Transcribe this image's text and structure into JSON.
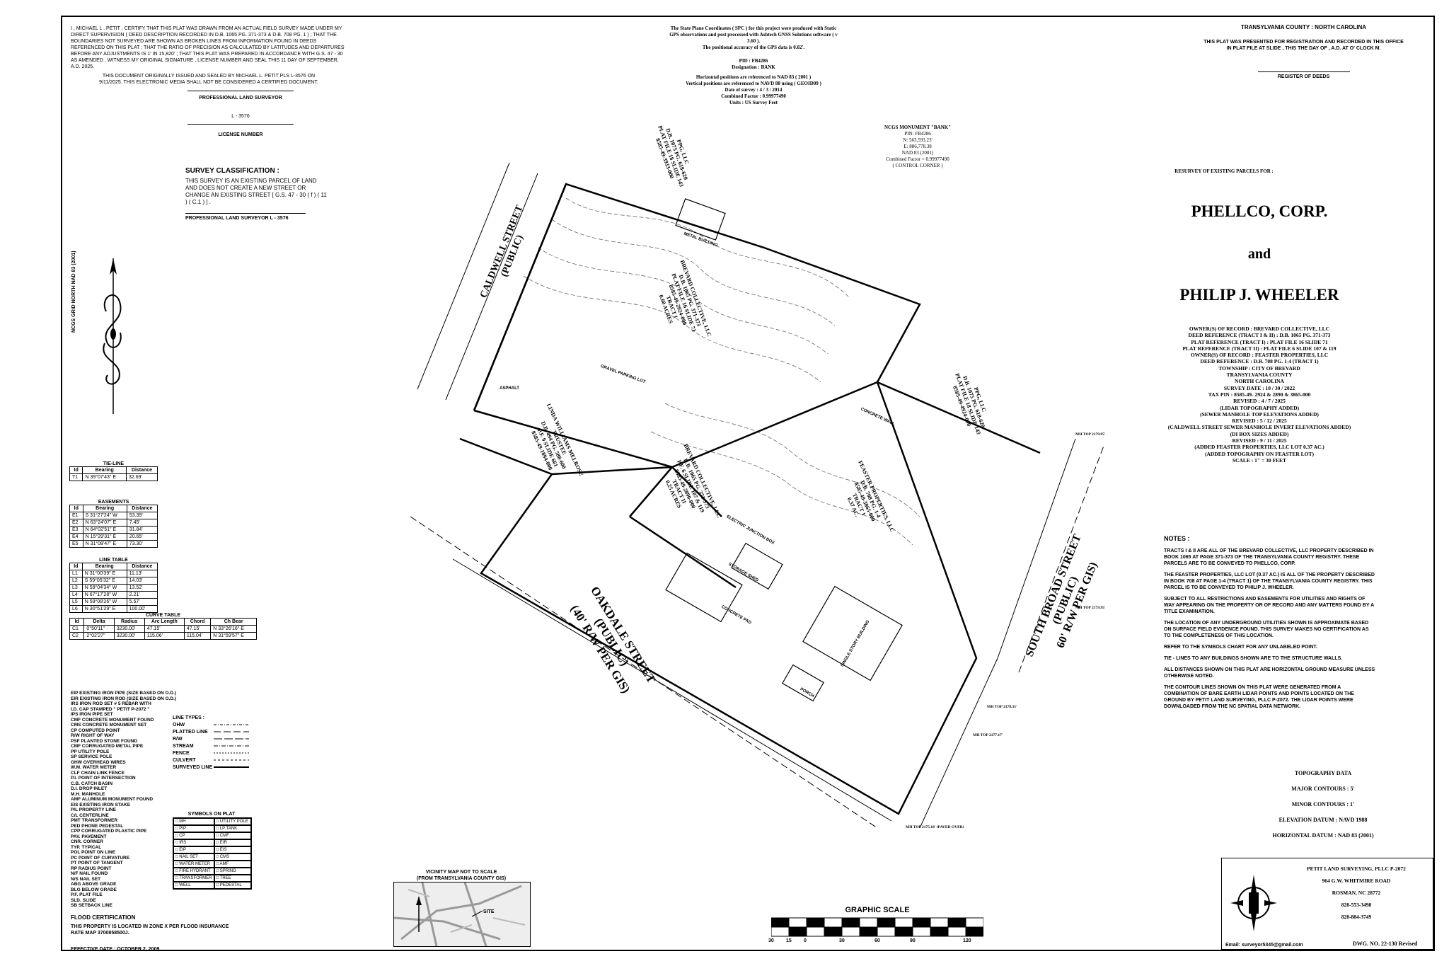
{
  "certification": {
    "text": "I , MICHAEL L . PETIT , CERTIFY THAT THIS PLAT WAS DRAWN FROM AN ACTUAL FIELD SURVEY MADE UNDER MY DIRECT SUPERVISION ( DEED DESCRIPTION RECORDED IN D.B. 1065 PG. 371-373 & D.B. 708 PG. 1 ) ; THAT THE BOUNDARIES NOT SURVEYED ARE SHOWN AS BROKEN LINES FROM INFORMATION FOUND IN DEEDS REFERENCED ON THIS PLAT ; THAT THE RATIO OF PRECISION AS CALCULATED BY LATITUDES AND DEPARTURES BEFORE ANY ADJUSTMENTS IS 1' IN 15,820' ; THAT THIS PLAT WAS PREPARED IN ACCORDANCE WITH G.S. 47 - 30 AS AMENDED , WITNESS MY ORIGINAL SIGNATURE , LICENSE NUMBER AND SEAL THIS 11 DAY OF SEPTEMBER, A.D. 2025.",
    "sealed_note": "THIS DOCUMENT ORIGINALLY ISSUED AND SEALED BY MICHAEL L. PETIT PLS L-3576 ON 9/11/2025. THIS ELECTRONIC MEDIA SHALL NOT BE CONSIDERED A CERTIFIED DOCUMENT.",
    "surveyor_label": "PROFESSIONAL LAND SURVEYOR",
    "license": "L - 3576",
    "license_label": "LICENSE NUMBER"
  },
  "survey_classification": {
    "title": "SURVEY CLASSIFICATION :",
    "text": "THIS SURVEY IS AN EXISTING PARCEL OF LAND AND DOES NOT CREATE A NEW STREET OR CHANGE AN EXISTING STREET [ G.S. 47 - 30 ( f ) ( 11 ) ( C.1 ) ] .",
    "signature": "PROFESSIONAL LAND SURVEYOR L - 3576"
  },
  "north_arrow_label": "NCGS GRID NORTH NAD 83 (2001)",
  "gps_block": {
    "line1": "The State Plane Coordinates ( SPC ) for this project were produced with Static GPS observations and post processed with Ashtech GNSS Solutions software ( v 3.60 ).",
    "line2": "The positional accuracy of the GPS data is 0.02'.",
    "pid": "PID : FB4286",
    "designation": "Designation : BANK",
    "horizontal": "Horizontal positions are referenced to NAD 83 ( 2001 )",
    "vertical": "Vertical positions are referenced to NAVD 88 using ( GEOID09 )",
    "date": "Date of survey : 4 / 3 / 2014",
    "factor": "Combined Factor : 0.99977490",
    "units": "Units : US Survey Feet"
  },
  "ncgs_monument": {
    "title": "NCGS MONUMENT \"BANK\"",
    "lines": [
      "PIN: FB4286",
      "N: 563,593.23'",
      "E: 886,778.38",
      "NAD 83 (2001)",
      "Combined Factor = 0.99977490",
      "( CONTROL CORNER )"
    ]
  },
  "registration": {
    "county": "TRANSYLVANIA COUNTY : NORTH CAROLINA",
    "text": "THIS PLAT WAS PRESENTED FOR REGISTRATION AND RECORDED IN THIS OFFICE IN PLAT FILE   AT SLIDE   , THIS THE   DAY OF   , A.D. AT   O' CLOCK   M.",
    "register": "REGISTER OF DEEDS"
  },
  "title_block": {
    "resurvey": "RESURVEY OF EXISTING PARCELS FOR :",
    "owner1": "PHELLCO, CORP.",
    "and": "and",
    "owner2": "PHILIP J. WHEELER",
    "details": [
      "OWNER(S) OF RECORD : BREVARD COLLECTIVE, LLC",
      "DEED REFERENCE (TRACT I & II) : D.B. 1065 PG. 371-373",
      "PLAT REFERENCE (TRACT I) : PLAT FILE 16 SLIDE 71",
      "PLAT REFERENCE (TRACT II) : PLAT FILE 6 SLIDE 107 & 119",
      "OWNER(S) OF RECORD : FEASTER PROPERTIES, LLC",
      "DEED REFERENCE : D.B. 708 PG. 1-4 (TRACT 1)",
      "TOWNSHIP : CITY OF BREVARD",
      "TRANSYLVANIA COUNTY",
      "NORTH CAROLINA",
      "SURVEY DATE : 10 / 30 / 2022",
      "TAX PIN : 8585-49- 2924 & 2890 & 3865-000",
      "REVISED : 4 / 7 / 2025",
      "(LIDAR TOPOGRAPHY ADDED)",
      "(SEWER MANHOLE TOP ELEVATIONS ADDED)",
      "REVISED : 5 / 12 / 2025",
      "(CALDWELL STREET SEWER MANHOLE INVERT ELEVATIONS ADDED)",
      "(DI BOX SIZES ADDED)",
      "REVISED : 9 / 11 / 2025",
      "(ADDED FEASTER PROPERTIES, LLC LOT 0.37 AC.)",
      "(ADDED TOPOGRAPHY ON FEASTER LOT)",
      "SCALE : 1\" = 30 FEET"
    ]
  },
  "notes": {
    "title": "NOTES :",
    "items": [
      "TRACTS I & II ARE ALL OF THE BREVARD COLLECTIVE, LLC PROPERTY DESCRIBED IN BOOK 1065 AT PAGE 371-373 OF THE TRANSYLVANIA COUNTY REGISTRY. THESE PARCELS ARE TO BE CONVEYED TO PHELLCO, CORP.",
      "THE FEASTER PROPERTIES, LLC LOT (0.37 AC.) IS ALL OF THE PROPERTY DESCRIBED IN BOOK 708 AT PAGE 1-4 (TRACT 1) OF THE TRANSYLVANIA COUNTY REGISTRY. THIS PARCEL IS TO BE CONVEYED TO PHILIP J. WHEELER.",
      "SUBJECT TO ALL RESTRICTIONS AND EASEMENTS FOR UTILITIES AND RIGHTS OF WAY APPEARING ON THE PROPERTY OR OF RECORD AND ANY MATTERS FOUND BY A TITLE EXAMINATION.",
      "THE LOCATION OF ANY UNDERGROUND UTILITIES SHOWN IS APPROXIMATE BASED ON SURFACE FIELD EVIDENCE FOUND. THIS SURVEY MAKES NO CERTIFICATION AS TO THE COMPLETENESS OF THIS LOCATION.",
      "REFER TO THE SYMBOLS CHART FOR ANY UNLABELED POINT.",
      "TIE - LINES TO ANY BUILDINGS SHOWN ARE TO THE STRUCTURE WALLS.",
      "ALL DISTANCES SHOWN ON THIS PLAT ARE HORIZONTAL GROUND MEASURE UNLESS OTHERWISE NOTED.",
      "THE CONTOUR LINES SHOWN ON THIS PLAT WERE GENERATED FROM A COMBINATION OF BARE EARTH LIDAR POINTS AND POINTS LOCATED ON THE GROUND BY PETIT LAND SURVEYING, PLLC P-2072. THE LIDAR POINTS WERE DOWNLOADED FROM THE NC SPATIAL DATA NETWORK."
    ]
  },
  "topography": {
    "title": "TOPOGRAPHY DATA",
    "major": "MAJOR CONTOURS : 5'",
    "minor": "MINOR CONTOURS : 1'",
    "elevation": "ELEVATION DATUM : NAVD 1988",
    "horizontal": "HORIZONTAL DATUM : NAD 83 (2001)"
  },
  "firm": {
    "name": "PETIT LAND SURVEYING, PLLC P-2072",
    "address1": "964 G.W. WHITMIRE ROAD",
    "address2": "ROSMAN, NC 28772",
    "phone1": "828-553-3498",
    "phone2": "828-884-3749",
    "email": "Email: surveyor5345@gmail.com",
    "dwg": "DWG. NO. 22-130 Revised"
  },
  "tie_line": {
    "title": "TIE-LINE",
    "headers": [
      "Id",
      "Bearing",
      "Distance"
    ],
    "rows": [
      [
        "T1",
        "N 39°07'43\" E",
        "32.69'"
      ]
    ]
  },
  "easements": {
    "title": "EASEMENTS",
    "headers": [
      "Id",
      "Bearing",
      "Distance"
    ],
    "rows": [
      [
        "E1",
        "S 31°27'24\" W",
        "53.39'"
      ],
      [
        "E2",
        "N 63°24'07\" E",
        "7.45'"
      ],
      [
        "E3",
        "N 64°02'51\" E",
        "31.84'"
      ],
      [
        "E4",
        "N 15°29'31\" E",
        "20.65'"
      ],
      [
        "E5",
        "N 31°08'47\" E",
        "73.30'"
      ]
    ]
  },
  "line_table": {
    "title": "LINE TABLE",
    "headers": [
      "Id",
      "Bearing",
      "Distance"
    ],
    "rows": [
      [
        "L1",
        "N 31°00'39\" E",
        "11.13'"
      ],
      [
        "L2",
        "S 59°05'32\" E",
        "14.03'"
      ],
      [
        "L3",
        "N 59°04'34\" W",
        "13.52'"
      ],
      [
        "L4",
        "N 67°17'28\" W",
        "2.21'"
      ],
      [
        "L5",
        "N 59°08'26\" W",
        "5.57'"
      ],
      [
        "L6",
        "N 30°51'29\" E",
        "100.00'"
      ]
    ]
  },
  "curve_table": {
    "title": "CURVE TABLE",
    "headers": [
      "Id",
      "Delta",
      "Radius",
      "Arc Length",
      "Chord",
      "Ch Bear"
    ],
    "rows": [
      [
        "C1",
        "0°50'11\"",
        "3230.00'",
        "47.15'",
        "47.15'",
        "N 33°26'16\" E"
      ],
      [
        "C2",
        "2°02'27\"",
        "3230.00'",
        "115.06'",
        "115.04'",
        "N 31°59'57\" E"
      ]
    ]
  },
  "abbreviations": [
    "EIP EXISTING IRON PIPE (SIZE BASED ON O.D.)",
    "EIR EXISTING IRON ROD (SIZE BASED ON O.D.)",
    "IRS IRON ROD SET # 5 REBAR WITH",
    "I.D. CAP STAMPED \" PETIT P-2072 \"",
    "IPS IRON PIPE SET",
    "CMF CONCRETE MONUMENT FOUND",
    "CMS CONCRETE MONUMENT SET",
    "CP COMPUTED POINT",
    "R/W RIGHT OF WAY",
    "PSF PLANTED STONE FOUND",
    "CMF CORRUGATED METAL PIPE",
    "PP UTILITY POLE",
    "SP SERVICE POLE",
    "OHW OVERHEAD WIRES",
    "W.M. WATER METER",
    "CLF CHAIN LINK FENCE",
    "P.I. POINT OF INTERSECTION",
    "C.B. CATCH BASIN",
    "D.I. DROP INLET",
    "M.H. MANHOLE",
    "AMF ALUMINUM MONUMENT FOUND",
    "EIS EXISTING IRON STAKE",
    "P/L PROPERTY LINE",
    "C/L CENTERLINE",
    "PMT TRANSFORMER",
    "PED PHONE PEDESTAL",
    "CPP CORRUGATED PLASTIC PIPE",
    "PAV. PAVEMENT",
    "CNR. CORNER",
    "TYP. TYPICAL",
    "POL POINT ON LINE",
    "PC POINT OF CURVATURE",
    "PT POINT OF TANGENT",
    "RP RADIUS POINT",
    "N/F NAIL FOUND",
    "N/S NAIL SET",
    "ABG ABOVE GRADE",
    "BLG BELOW GRADE",
    "P.F. PLAT FILE",
    "SLD. SLIDE",
    "SB SETBACK LINE"
  ],
  "line_types": {
    "title": "LINE TYPES :",
    "items": [
      "OHW",
      "PLATTED LINE",
      "R/W",
      "STREAM",
      "FENCE",
      "CULVERT",
      "SURVEYED LINE"
    ]
  },
  "symbols": {
    "title": "SYMBOLS ON PLAT",
    "items": [
      "MH",
      "UTILITY POLE",
      "PIP",
      "LP TANK",
      "CP",
      "CMF",
      "IRS",
      "EIR",
      "EIP",
      "EIS",
      "NAIL SET",
      "CMS",
      "WATER METER",
      "AMF",
      "FIRE HYDRANT",
      "SPRING",
      "TRANSFORMER",
      "TREE",
      "WELL",
      "PEDESTAL"
    ]
  },
  "flood": {
    "title": "FLOOD CERTIFICATION",
    "text": "THIS PROPERTY IS LOCATED IN ZONE X PER FLOOD INSURANCE RATE MAP 3700858500J.",
    "effective": "EFFECTIVE DATE : OCTOBER 2, 2009"
  },
  "vicinity": {
    "title": "VICINITY MAP NOT TO SCALE",
    "subtitle": "(FROM TRANSYLVANIA COUNTY GIS)",
    "site": "SITE"
  },
  "graphic_scale": {
    "title": "GRAPHIC SCALE",
    "ticks": [
      "30",
      "15",
      "0",
      "30",
      "60",
      "90",
      "120"
    ]
  },
  "streets": {
    "caldwell": [
      "CALDWELL STREET",
      "(PUBLIC)"
    ],
    "oakdale": [
      "OAKDALE STREET",
      "(PUBLIC)",
      "(40' R/W PER GIS)"
    ],
    "broad": [
      "SOUTH BROAD STREET",
      "(PUBLIC)",
      "60' R/W PER GIS)"
    ]
  },
  "parcels": {
    "brevard_north": [
      "BREVARD COLLECTIVE, LLC",
      "D.B. 1065 PG. 371-373",
      "PLAT FILE 16 SLIDE 71",
      "8585-49-2924-000",
      "TRACT I",
      "0.60 ACRES"
    ],
    "brevard_south": [
      "BREVARD COLLECTIVE, LLC",
      "D.B. 1065 PG. 371-373",
      "P.F. 6 SLIDE 107 & 119",
      "8585-49-2890-000",
      "TRACT II",
      "0.25 ACRES"
    ],
    "feaster": [
      "FEASTER PROPERTIES, LLC",
      "D.B. 708 PG. 1-4",
      "8585-49-3865-000",
      "TRACT 1",
      "0.37 AC."
    ],
    "ppg_north": [
      "PPG, LLC",
      "D.B. 1075 PG. 618-620",
      "PLAT FILE 18 SLIDE 143",
      "8585-49-3933-000"
    ],
    "ppg_east": [
      "PPG, LLC",
      "D.B. 1075 PG. 618-620",
      "PLAT FILE 18 SLIDE 143",
      "8585-49-4924-000"
    ],
    "wheeler_west": [
      "LINDA WILLIAMS MELROSE",
      "TRUSTEE",
      "D.B. 494 PG. 588-600",
      "P.F. 9 SLIDE 661",
      "8585-49-1894-000"
    ]
  },
  "site_features": [
    "GRAVEL PARKING LOT",
    "CONCRETE PAD",
    "STORAGE SHED",
    "SINGLE STORY BUILDING",
    "PORCH",
    "METAL BUILDING",
    "ASPHALT",
    "ELECTRIC JUNCTION BOX",
    "CONCRETE WALL"
  ],
  "mh_tops": [
    "MH TOP 2179.95'",
    "MH TOP 2179.95'",
    "MH TOP 2178.35'",
    "MH TOP 2177.17'",
    "MH TOP 2175.18' (PAVED OVER)"
  ]
}
